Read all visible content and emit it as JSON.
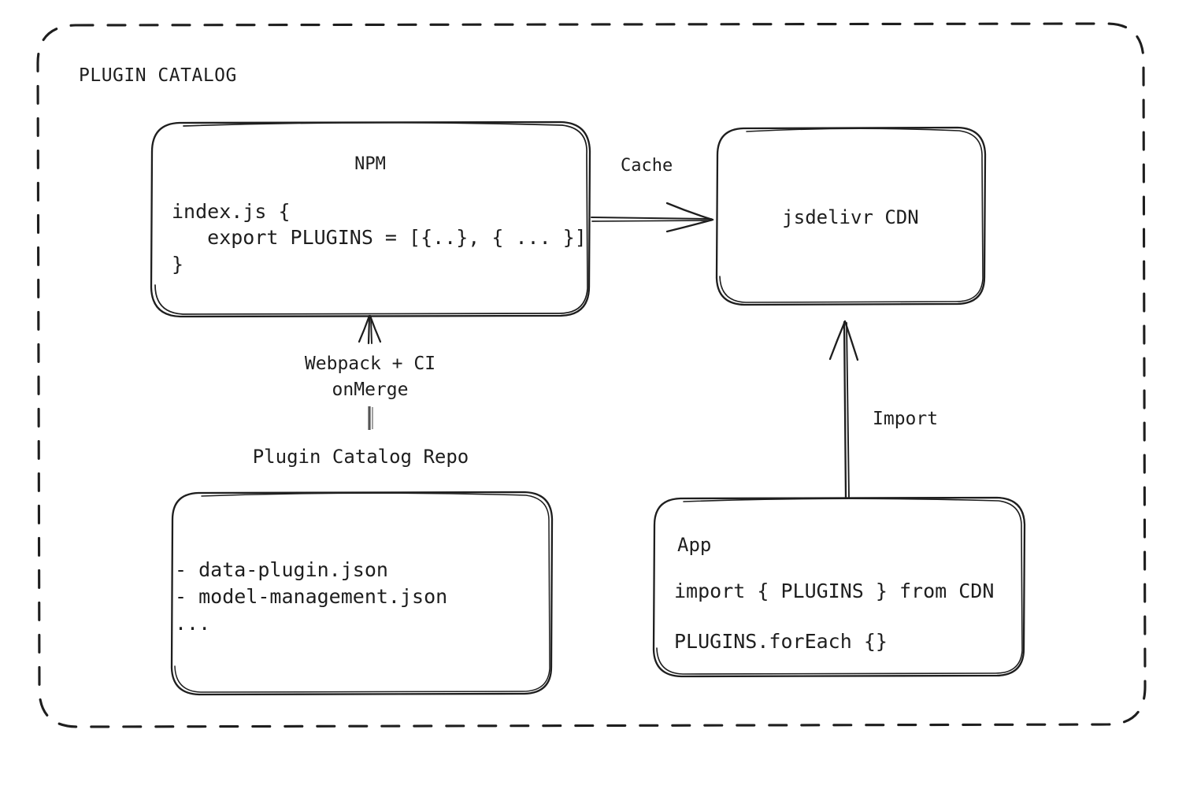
{
  "diagram": {
    "title": "PLUGIN CATALOG",
    "style": {
      "stroke": "#1e1e1e",
      "background": "#ffffff"
    },
    "nodes": {
      "npm": {
        "title": "NPM",
        "code": "index.js {\n   export PLUGINS = [{..}, { ... }]\n}"
      },
      "cdn": {
        "title": "jsdelivr CDN"
      },
      "repo": {
        "label": "Plugin Catalog Repo",
        "files": "- data-plugin.json\n- model-management.json\n..."
      },
      "app": {
        "title": "App",
        "line1": "import { PLUGINS } from CDN",
        "line2": "PLUGINS.forEach {}"
      }
    },
    "edges": {
      "cache": {
        "label": "Cache",
        "from": "npm",
        "to": "cdn",
        "direction": "right"
      },
      "build": {
        "label": "Webpack + CI\nonMerge",
        "from": "repo",
        "to": "npm",
        "direction": "up"
      },
      "import": {
        "label": "Import",
        "from": "app",
        "to": "cdn",
        "direction": "up"
      }
    }
  }
}
